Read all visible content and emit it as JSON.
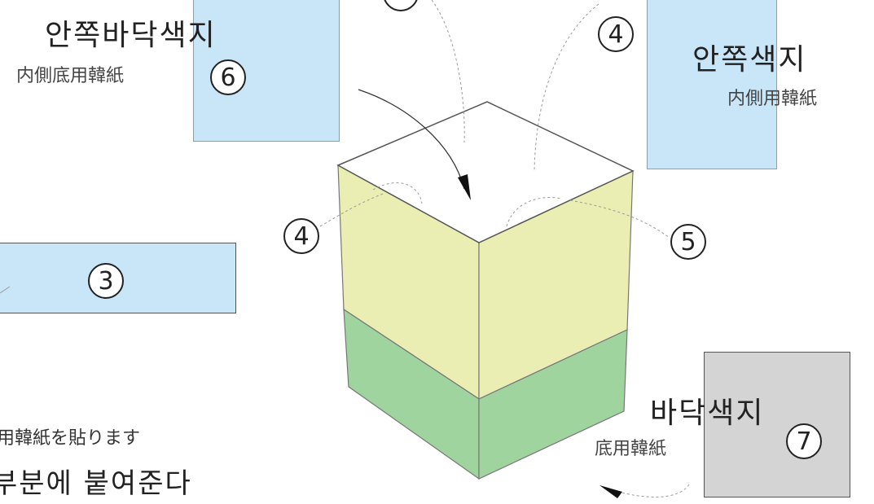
{
  "labels": {
    "inner_bottom_ko": "안쪽바닥색지",
    "inner_bottom_jp": "内側底用韓紙",
    "inner_side_ko": "안쪽색지",
    "inner_side_jp": "内側用韓紙",
    "bottom_ko": "바닥색지",
    "bottom_jp": "底用韓紙",
    "bottom_left_jp": "用韓紙を貼ります",
    "bottom_left_ko": "부분에 붙여준다"
  },
  "numbers": {
    "n3": "3",
    "n4_top": "4",
    "n4_left": "4",
    "n5": "5",
    "n6": "6",
    "n7": "7"
  },
  "colors": {
    "paper_blue": "#c9e6f8",
    "paper_gray": "#d4d4d4",
    "box_yellow": "#eaeeb2",
    "box_green": "#a0d49e",
    "box_top": "#ffffff"
  }
}
